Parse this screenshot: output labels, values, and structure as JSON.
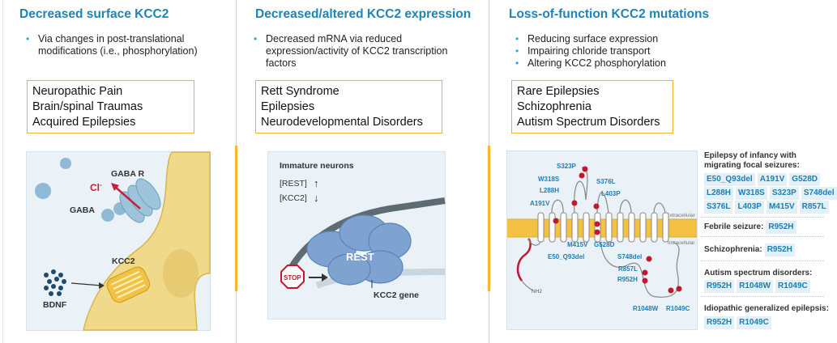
{
  "col1": {
    "title": "Decreased surface KCC2",
    "bullets": [
      "Via changes in post-translational modifications (i.e., phosphorylation)"
    ],
    "box": [
      "Neuropathic Pain",
      "Brain/spinal Traumas",
      "Acquired Epilepsies"
    ],
    "illustration": {
      "cl": "Cl",
      "cl_sup": "-",
      "gabar": "GABA R",
      "gaba": "GABA",
      "kcc2": "KCC2",
      "bdnf": "BDNF"
    }
  },
  "col2": {
    "title": "Decreased/altered KCC2 expression",
    "bullets": [
      "Decreased mRNA via reduced expression/activity of KCC2 transcription factors"
    ],
    "box": [
      "Rett Syndrome",
      "Epilepsies",
      "Neurodevelopmental Disorders"
    ],
    "illustration": {
      "heading": "Immature neurons",
      "rest_level": "[REST]",
      "kcc2_level": "[KCC2]",
      "up_arrow": "↑",
      "down_arrow": "↓",
      "rest": "REST",
      "stop": "STOP",
      "gene": "KCC2 gene"
    }
  },
  "col3": {
    "title": "Loss-of-function KCC2 mutations",
    "bullets": [
      "Reducing surface expression",
      "Impairing chloride transport",
      "Altering KCC2 phosphorylation"
    ],
    "box": [
      "Rare Epilepsies",
      "Schizophrenia",
      "Autism Spectrum Disorders"
    ],
    "membrane": {
      "extracellular": "Extracellular",
      "intracellular": "Intracellular",
      "nh2": "NH2"
    },
    "mutation_labels": [
      "S323P",
      "W318S",
      "L288H",
      "S376L",
      "L403P",
      "A191V",
      "M415V",
      "G528D",
      "E50_Q93del",
      "S748del",
      "R857L",
      "R952H",
      "R1048W",
      "R1049C"
    ]
  },
  "right": {
    "sections": [
      {
        "title": "Epilepsy of infancy with migrating focal seizures:",
        "rows": [
          [
            "E50_Q93del",
            "A191V",
            "G528D"
          ],
          [
            "L288H",
            "W318S",
            "S323P",
            "S748del"
          ],
          [
            "S376L",
            "L403P",
            "M415V",
            "R857L"
          ]
        ]
      },
      {
        "title": "Febrile seizure:",
        "rows": [
          [
            "R952H"
          ]
        ]
      },
      {
        "title": "Schizophrenia:",
        "rows": [
          [
            "R952H"
          ]
        ]
      },
      {
        "title": "Autism spectrum disorders:",
        "rows": [
          [
            "R952H",
            "R1048W",
            "R1049C"
          ]
        ]
      },
      {
        "title": "Idiopathic generalized epilepsis:",
        "rows": [
          [
            "R952H",
            "R1049C"
          ]
        ]
      }
    ]
  },
  "colors": {
    "accent_blue": "#1f83b8",
    "box_border": "#f0b429",
    "membrane": "#f4c243",
    "mutation": "#c0182e"
  }
}
